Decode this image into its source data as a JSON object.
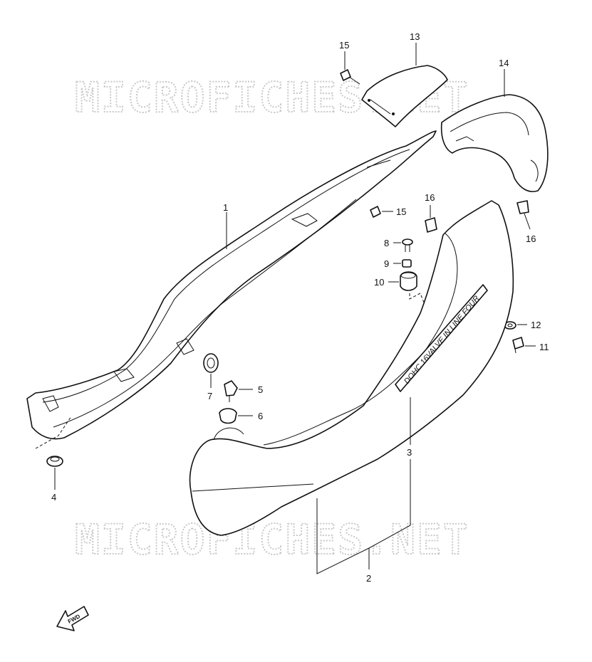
{
  "watermark": "MICROFICHES.NET",
  "decal_text": "DOHC 16VALVE IN LINE FOUR",
  "fwd_label": "FWD",
  "callouts": {
    "c1": "1",
    "c2": "2",
    "c3": "3",
    "c4": "4",
    "c5": "5",
    "c6": "6",
    "c7": "7",
    "c8": "8",
    "c9": "9",
    "c10": "10",
    "c11": "11",
    "c12": "12",
    "c13": "13",
    "c14": "14",
    "c15a": "15",
    "c15b": "15",
    "c16a": "16",
    "c16b": "16"
  },
  "colors": {
    "line": "#111111",
    "watermark": "#c9c9c9",
    "background": "#ffffff"
  }
}
